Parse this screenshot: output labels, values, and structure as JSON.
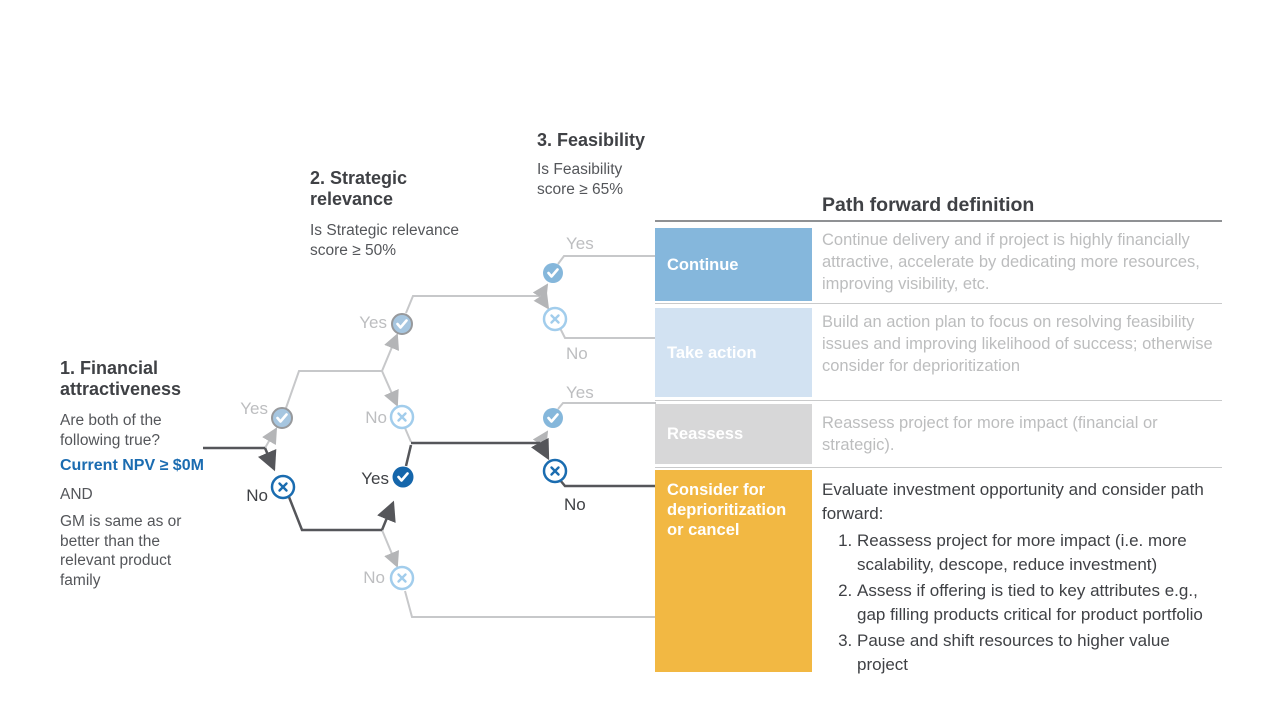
{
  "columns": {
    "financial": {
      "title": "1. Financial attractiveness",
      "question": "Are both of the following true?",
      "criterion_primary": "Current NPV ≥ $0M",
      "conjunction": "AND",
      "criterion_secondary": "GM is same as or better than the relevant product family"
    },
    "strategic": {
      "title": "2. Strategic relevance",
      "question": "Is Strategic relevance score ≥ 50%"
    },
    "feasibility": {
      "title": "3. Feasibility",
      "question": "Is Feasibility score ≥ 65%"
    }
  },
  "branch_labels": {
    "yes": "Yes",
    "no": "No"
  },
  "table": {
    "title": "Path forward definition",
    "rows": [
      {
        "label": "Continue",
        "description": "Continue delivery and if project is highly financially attractive, accelerate by dedicating more resources, improving visibility, etc.",
        "color": "#85b7dc"
      },
      {
        "label": "Take action",
        "description": "Build an action plan to focus on resolving feasibility issues and improving likelihood of success; otherwise consider for deprioritization",
        "color": "#d2e2f2"
      },
      {
        "label": "Reassess",
        "description": "Reassess project for more impact (financial or strategic).",
        "color": "#d7d7d8"
      },
      {
        "label": "Consider for deprioritization or cancel",
        "intro": "Evaluate investment opportunity and consider path forward:",
        "items": [
          "Reassess project for more impact (i.e. more scalability, descope, reduce investment)",
          "Assess if offering is tied to key attributes e.g., gap filling products critical for product portfolio",
          "Pause and shift resources to higher value project"
        ],
        "color": "#f2b843"
      }
    ]
  },
  "colors": {
    "path_active": "#55565a",
    "path_inactive": "#c7c8ca",
    "node_check_active": "#1566ab",
    "node_check_inactive_ringed": "#a6c6e0",
    "node_check_inactive": "#85b7db",
    "node_x_active": "#1a6cb0",
    "node_x_inactive": "#a2cdec",
    "accent_blue_text": "#1b6cb1"
  }
}
